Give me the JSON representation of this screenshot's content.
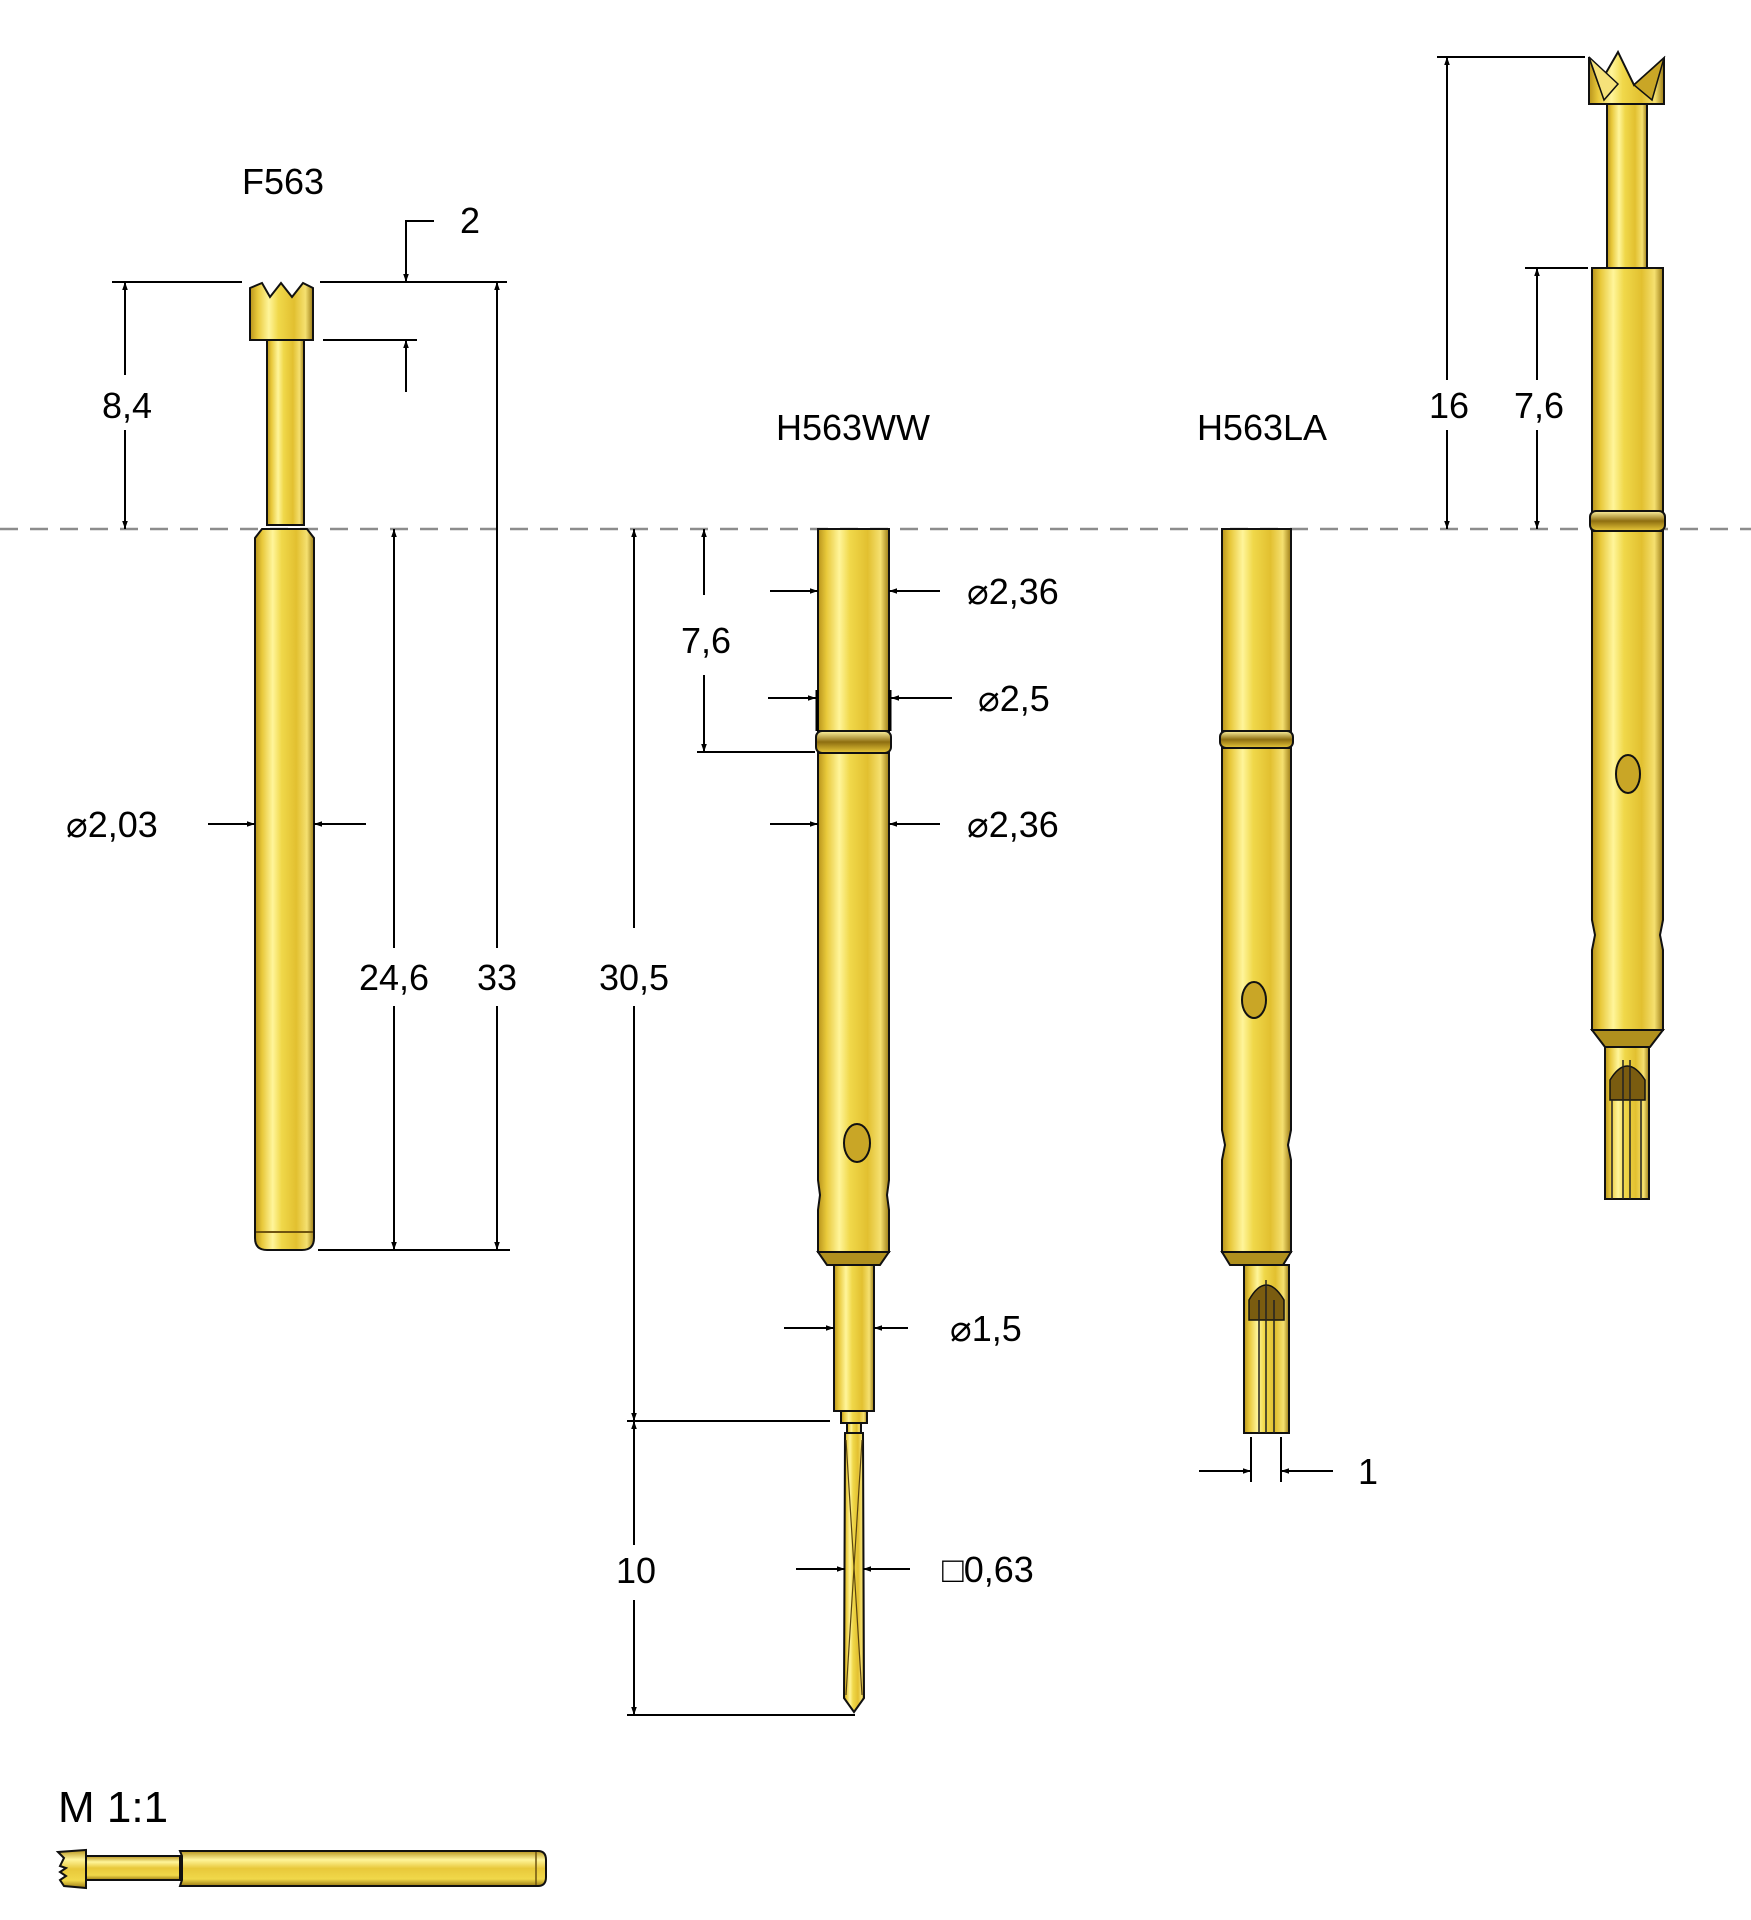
{
  "drawing": {
    "scale_label": "M 1:1",
    "reference_line": "dashed mounting plane",
    "colors": {
      "gold_light": "#fff27a",
      "gold_mid": "#e6c42a",
      "gold_dark": "#a8861a",
      "line": "#000000",
      "dash": "#8c8c8c"
    }
  },
  "parts": [
    {
      "name": "F563",
      "dims": {
        "crown_height": "2",
        "above_plane": "8,4",
        "barrel_length": "24,6",
        "total_length": "33",
        "diameter": "2,03"
      },
      "diameter_prefix": "⌀"
    },
    {
      "name": "H563WW",
      "dims": {
        "upper_length": "7,6",
        "total_length": "30,5",
        "tail_length": "10",
        "dia_top": "2,36",
        "dia_collar": "2,5",
        "dia_body": "2,36",
        "dia_tail": "1,5",
        "square_tail": "0,63"
      },
      "diameter_prefix": "⌀",
      "square_prefix": "□"
    },
    {
      "name": "H563LA",
      "dims": {
        "tail_width": "1"
      }
    },
    {
      "name": "assembly",
      "dims": {
        "above_plane": "16",
        "barrel_above_plane": "7,6"
      }
    }
  ]
}
